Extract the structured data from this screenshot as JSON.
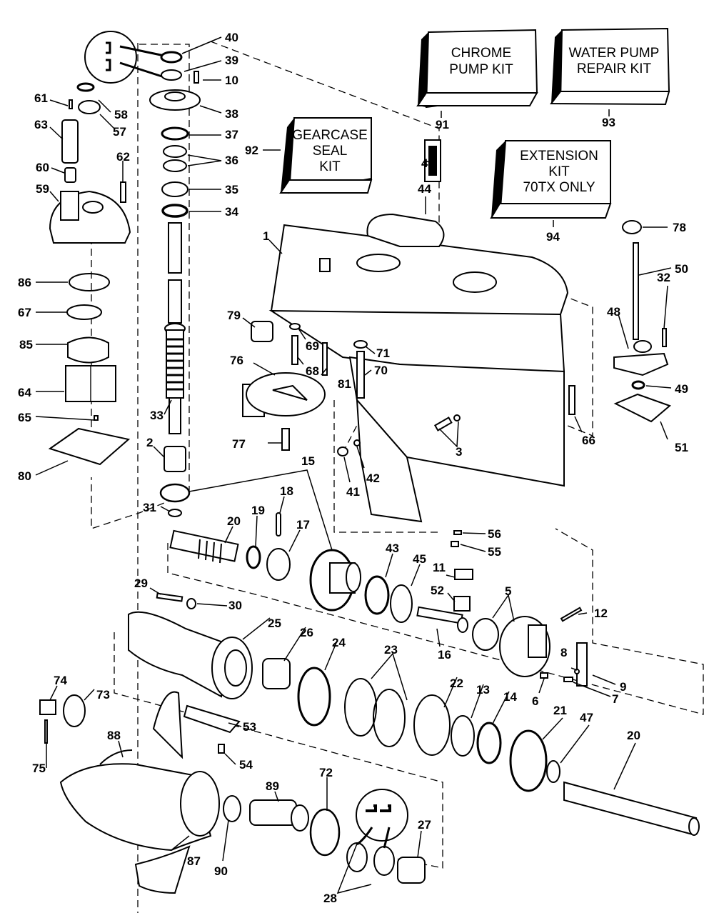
{
  "diagram": {
    "title": "Gearcase exploded parts diagram",
    "kits": [
      {
        "id": "91",
        "lines": [
          "CHROME",
          "PUMP KIT"
        ]
      },
      {
        "id": "93",
        "lines": [
          "WATER PUMP",
          "REPAIR KIT"
        ]
      },
      {
        "id": "92",
        "lines": [
          "GEARCASE",
          "SEAL",
          "KIT"
        ]
      },
      {
        "id": "94",
        "lines": [
          "EXTENSION",
          "KIT",
          "70TX ONLY"
        ]
      }
    ],
    "part_labels": {
      "p1": "1",
      "p2": "2",
      "p3": "3",
      "p4": "4",
      "p5": "5",
      "p6": "6",
      "p7": "7",
      "p8": "8",
      "p9": "9",
      "p10": "10",
      "p11": "11",
      "p12": "12",
      "p13": "13",
      "p14": "14",
      "p15": "15",
      "p16": "16",
      "p17": "17",
      "p18": "18",
      "p19": "19",
      "p20a": "20",
      "p20b": "20",
      "p21": "21",
      "p22": "22",
      "p23": "23",
      "p24": "24",
      "p25": "25",
      "p26": "26",
      "p27": "27",
      "p28": "28",
      "p29": "29",
      "p30": "30",
      "p31": "31",
      "p32": "32",
      "p33": "33",
      "p34": "34",
      "p35": "35",
      "p36": "36",
      "p37": "37",
      "p38": "38",
      "p39": "39",
      "p40": "40",
      "p41": "41",
      "p42": "42",
      "p43": "43",
      "p44": "44",
      "p45": "45",
      "p47": "47",
      "p48": "48",
      "p49": "49",
      "p50": "50",
      "p51": "51",
      "p52": "52",
      "p53": "53",
      "p54": "54",
      "p55": "55",
      "p56": "56",
      "p57": "57",
      "p58": "58",
      "p59": "59",
      "p60": "60",
      "p61": "61",
      "p62": "62",
      "p63": "63",
      "p64": "64",
      "p65": "65",
      "p66": "66",
      "p67": "67",
      "p68": "68",
      "p69": "69",
      "p70": "70",
      "p71": "71",
      "p72": "72",
      "p73": "73",
      "p74": "74",
      "p75": "75",
      "p76": "76",
      "p77": "77",
      "p78": "78",
      "p79": "79",
      "p80": "80",
      "p81": "81",
      "p85": "85",
      "p86": "86",
      "p87": "87",
      "p88": "88",
      "p89": "89",
      "p90": "90",
      "p91": "91",
      "p92": "92",
      "p93": "93",
      "p94": "94"
    }
  }
}
